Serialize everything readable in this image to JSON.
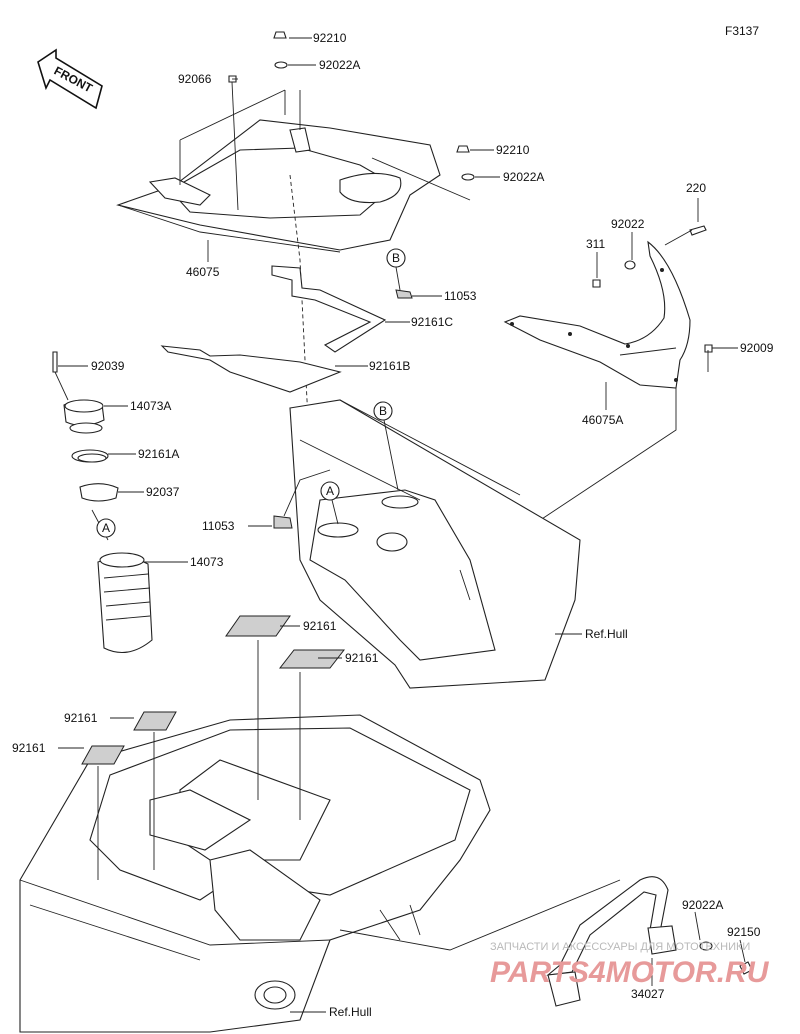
{
  "figure_code": "F3137",
  "front_label": "FRONT",
  "parts": [
    {
      "id": "p1",
      "number": "92210"
    },
    {
      "id": "p2",
      "number": "92022A"
    },
    {
      "id": "p3",
      "number": "92066"
    },
    {
      "id": "p4",
      "number": "92210"
    },
    {
      "id": "p5",
      "number": "92022A"
    },
    {
      "id": "p6",
      "number": "46075"
    },
    {
      "id": "p7",
      "number": "11053"
    },
    {
      "id": "p8",
      "number": "220"
    },
    {
      "id": "p9",
      "number": "92022"
    },
    {
      "id": "p10",
      "number": "311"
    },
    {
      "id": "p11",
      "number": "92161C"
    },
    {
      "id": "p12",
      "number": "92009"
    },
    {
      "id": "p13",
      "number": "92039"
    },
    {
      "id": "p14",
      "number": "92161B"
    },
    {
      "id": "p15",
      "number": "14073A"
    },
    {
      "id": "p16",
      "number": "46075A"
    },
    {
      "id": "p17",
      "number": "92161A"
    },
    {
      "id": "p18",
      "number": "92037"
    },
    {
      "id": "p19",
      "number": "11053"
    },
    {
      "id": "p20",
      "number": "14073"
    },
    {
      "id": "p21",
      "number": "Ref.Hull"
    },
    {
      "id": "p22",
      "number": "92161"
    },
    {
      "id": "p23",
      "number": "92161"
    },
    {
      "id": "p24",
      "number": "92161"
    },
    {
      "id": "p25",
      "number": "92161"
    },
    {
      "id": "p26",
      "number": "92022A"
    },
    {
      "id": "p27",
      "number": "92150"
    },
    {
      "id": "p28",
      "number": "34027"
    },
    {
      "id": "p29",
      "number": "Ref.Hull"
    }
  ],
  "callouts": [
    {
      "id": "cB1",
      "letter": "B"
    },
    {
      "id": "cB2",
      "letter": "B"
    },
    {
      "id": "cA1",
      "letter": "A"
    },
    {
      "id": "cA2",
      "letter": "A"
    }
  ],
  "watermark": {
    "line1": "ЗАПЧАСТИ И АКСЕССУАРЫ ДЛЯ МОТОТЕХНИКИ",
    "line2": "PARTS4MOTOR.RU"
  }
}
